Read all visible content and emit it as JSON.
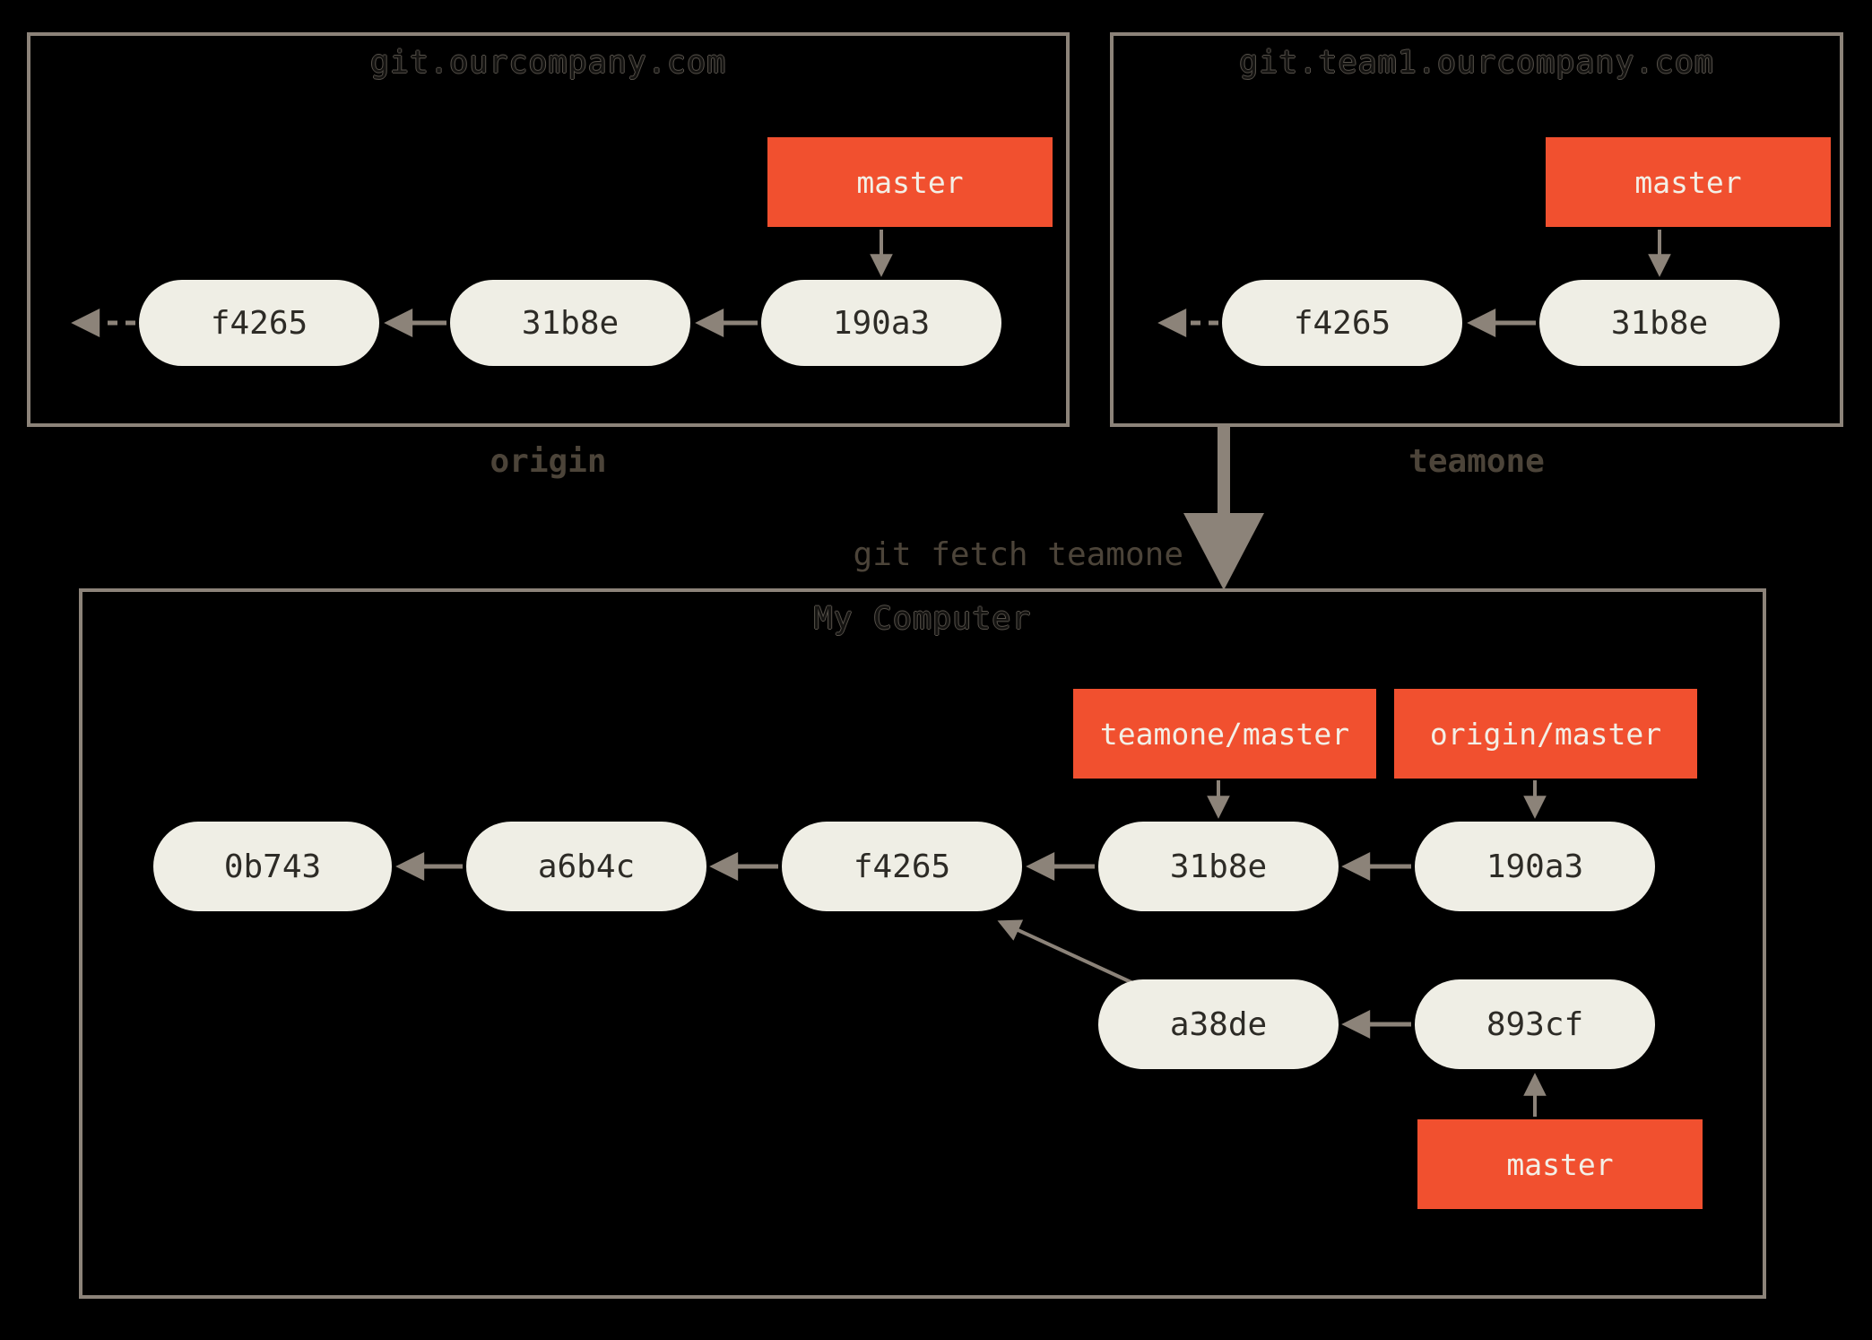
{
  "diagram": {
    "remote_origin": {
      "title": "git.ourcompany.com",
      "caption": "origin",
      "branch_label": "master",
      "commits": [
        "f4265",
        "31b8e",
        "190a3"
      ]
    },
    "remote_teamone": {
      "title": "git.team1.ourcompany.com",
      "caption": "teamone",
      "branch_label": "master",
      "commits": [
        "f4265",
        "31b8e"
      ]
    },
    "fetch_command": "git fetch teamone",
    "local": {
      "title": "My Computer",
      "remote_branch_labels": [
        "teamone/master",
        "origin/master"
      ],
      "branch_label": "master",
      "main_commits": [
        "0b743",
        "a6b4c",
        "f4265",
        "31b8e",
        "190a3"
      ],
      "feature_commits": [
        "a38de",
        "893cf"
      ]
    },
    "colors": {
      "background": "#000000",
      "box_border": "#8c8379",
      "arrow": "#8c8379",
      "commit_fill": "#efeee5",
      "commit_text": "#2d2b26",
      "branch_fill": "#f1502f",
      "branch_text": "#f3efe6",
      "caption_text": "#4c4439",
      "box_title_outline": "#56514a"
    }
  }
}
